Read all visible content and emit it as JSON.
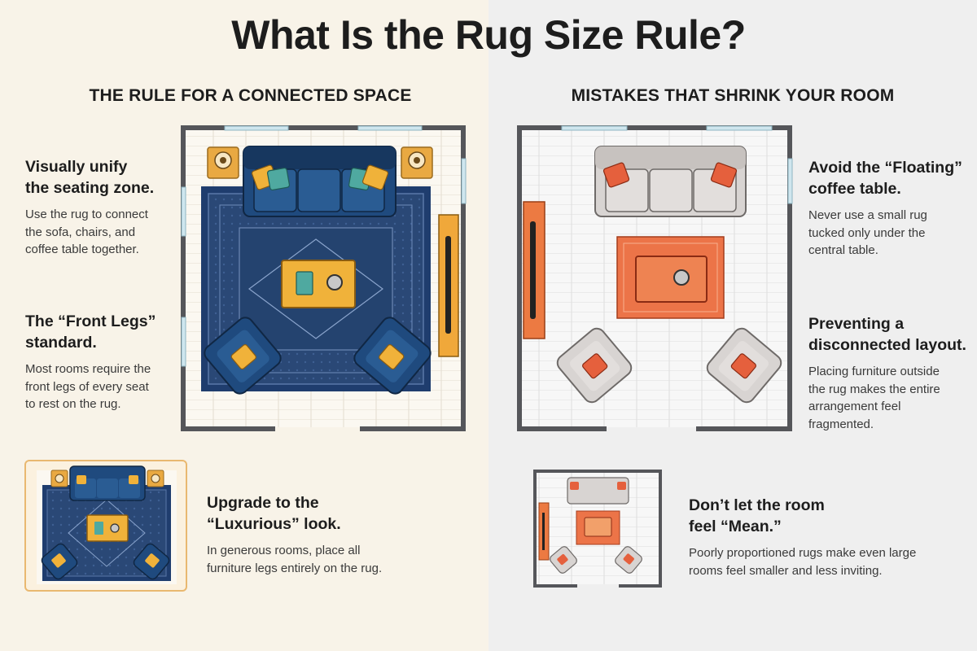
{
  "title": "What Is the Rug Size Rule?",
  "left": {
    "heading": "THE RULE FOR A CONNECTED SPACE",
    "tips": [
      {
        "title_lines": [
          "Visually unify",
          "the seating zone."
        ],
        "desc_lines": [
          "Use the rug to connect",
          "the sofa, chairs, and",
          "coffee table together."
        ]
      },
      {
        "title_lines": [
          "The “Front Legs”",
          "standard."
        ],
        "desc_lines": [
          "Most rooms require the",
          "front legs of every seat",
          "to rest on the rug."
        ]
      },
      {
        "title_lines": [
          "Upgrade to the",
          "“Luxurious” look."
        ],
        "desc_lines": [
          "In generous rooms, place all",
          "furniture legs entirely on the rug."
        ]
      }
    ]
  },
  "right": {
    "heading": "MISTAKES THAT SHRINK YOUR ROOM",
    "tips": [
      {
        "title_lines": [
          "Avoid the “Floating”",
          "coffee table."
        ],
        "desc_lines": [
          "Never use a small rug",
          "tucked only under the",
          "central table."
        ]
      },
      {
        "title_lines": [
          "Preventing a",
          "disconnected layout."
        ],
        "desc_lines": [
          "Placing furniture outside",
          "the rug makes the entire",
          "arrangement feel",
          "fragmented."
        ]
      },
      {
        "title_lines": [
          "Don’t let the room",
          "feel “Mean.”"
        ],
        "desc_lines": [
          "Poorly proportioned rugs make even large",
          "rooms feel smaller and less inviting."
        ]
      }
    ]
  },
  "colors": {
    "left_bg": "#f8f3e8",
    "right_bg": "#efefef",
    "navy": "#1f3d6e",
    "rug_blue": "#2c4a7a",
    "mustard": "#f0b23a",
    "teal": "#4fa9a0",
    "orange": "#e8703a",
    "coral": "#e5603d",
    "gray_sofa": "#d8d4d2"
  },
  "icons": [
    "sofa-icon",
    "armchair-icon",
    "coffee-table-icon",
    "side-table-icon",
    "lamp-icon",
    "tv-console-icon",
    "rug-icon",
    "window-icon"
  ]
}
